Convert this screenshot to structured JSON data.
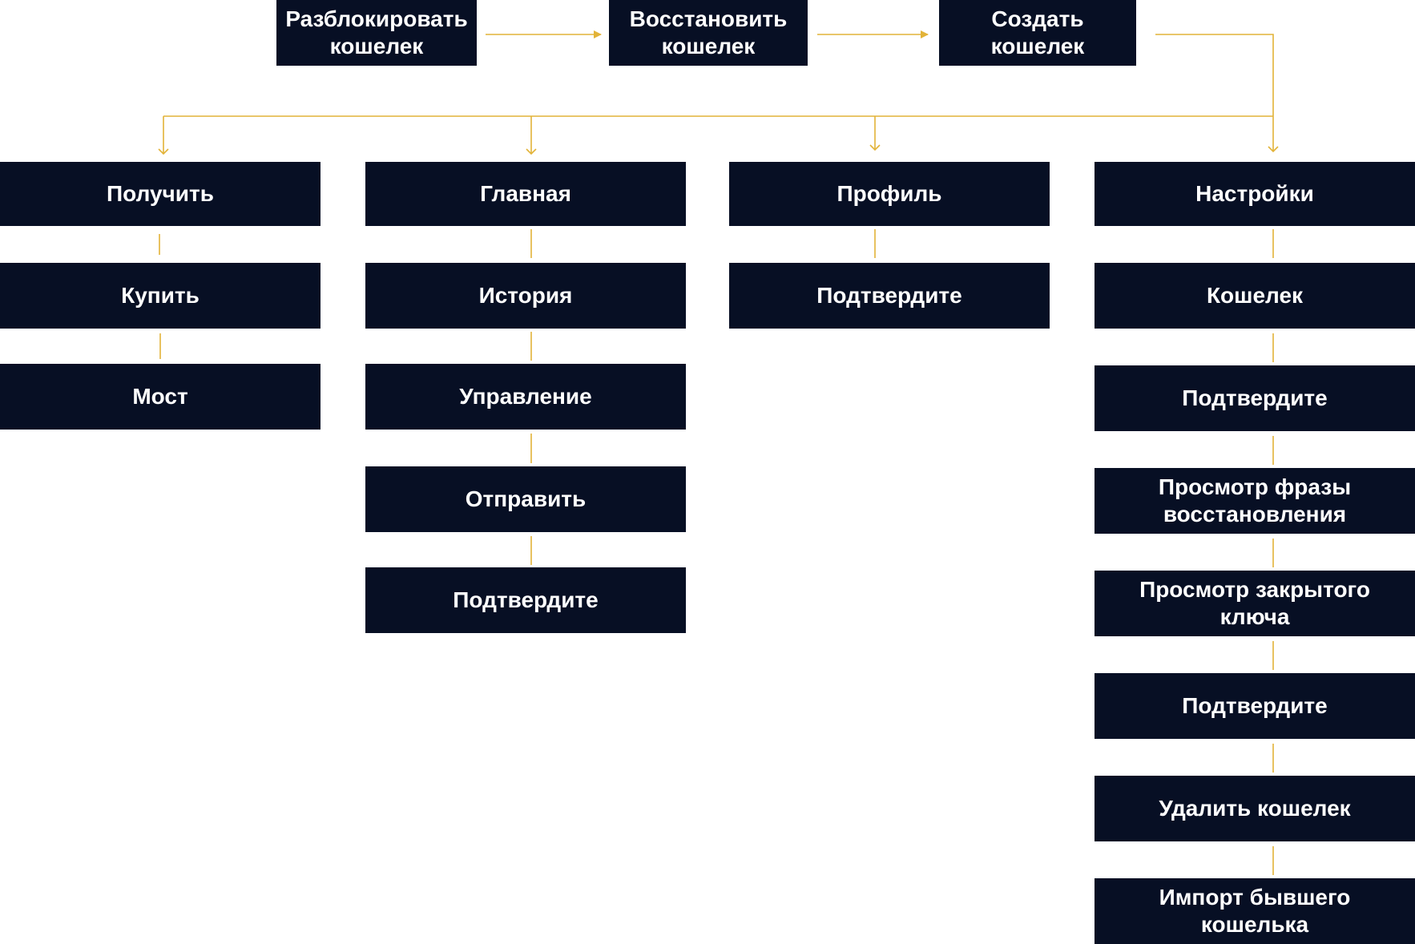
{
  "colors": {
    "node_fill": "#070f24",
    "node_text": "#ffffff",
    "connector": "#e2b338",
    "background": "#ffffff"
  },
  "flow": {
    "unlock": "Разблокировать\nкошелек",
    "restore": "Восстановить\nкошелек",
    "create": "Создать\nкошелек"
  },
  "columns": {
    "receive": {
      "root": "Получить",
      "items": [
        "Купить",
        "Мост"
      ]
    },
    "home": {
      "root": "Главная",
      "items": [
        "История",
        "Управление",
        "Отправить",
        "Подтвердите"
      ]
    },
    "profile": {
      "root": "Профиль",
      "items": [
        "Подтвердите"
      ]
    },
    "settings": {
      "root": "Настройки",
      "items": [
        "Кошелек",
        "Подтвердите",
        "Просмотр фразы\nвосстановления",
        "Просмотр закрытого\nключа",
        "Подтвердите",
        "Удалить кошелек",
        "Импорт бывшего\nкошелька"
      ]
    }
  }
}
